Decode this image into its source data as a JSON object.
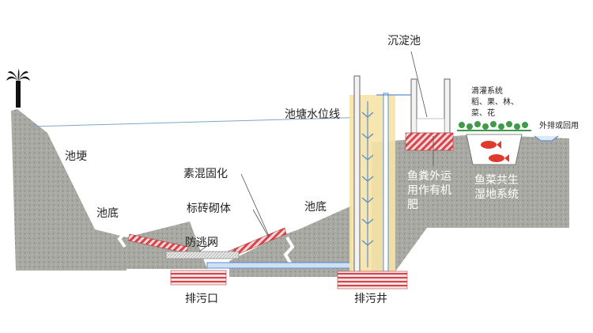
{
  "labels": {
    "pond_ridge": "池埂",
    "pond_bottom_left": "池底",
    "pond_bottom_right": "池底",
    "cement_fix": "素混固化",
    "brick_masonry": "标砖砌体",
    "escape_net": "防逃网",
    "outlet": "排污口",
    "sewage_well": "排污井",
    "water_line": "池塘水位线",
    "settling_tank": "沉淀池",
    "drip_system": "滴灌系统",
    "crops_1": "稻、果、林、",
    "crops_2": "菜、花",
    "discharge": "外排或回用",
    "manure_1": "鱼粪外运",
    "manure_2": "用作有机",
    "manure_3": "肥",
    "symbiosis_1": "鱼菜共生",
    "symbiosis_2": "湿地系统"
  },
  "colors": {
    "soil": "#a8a8a2",
    "brick_red": "#d9434a",
    "water_line": "#7fa6c9",
    "pipe": "#5b8fd0",
    "well_fill": "#f6e3a6",
    "plant_green": "#3f9a4a",
    "fish_red": "#e03a2c"
  },
  "icons": {
    "tree": "palm-tree-icon"
  }
}
